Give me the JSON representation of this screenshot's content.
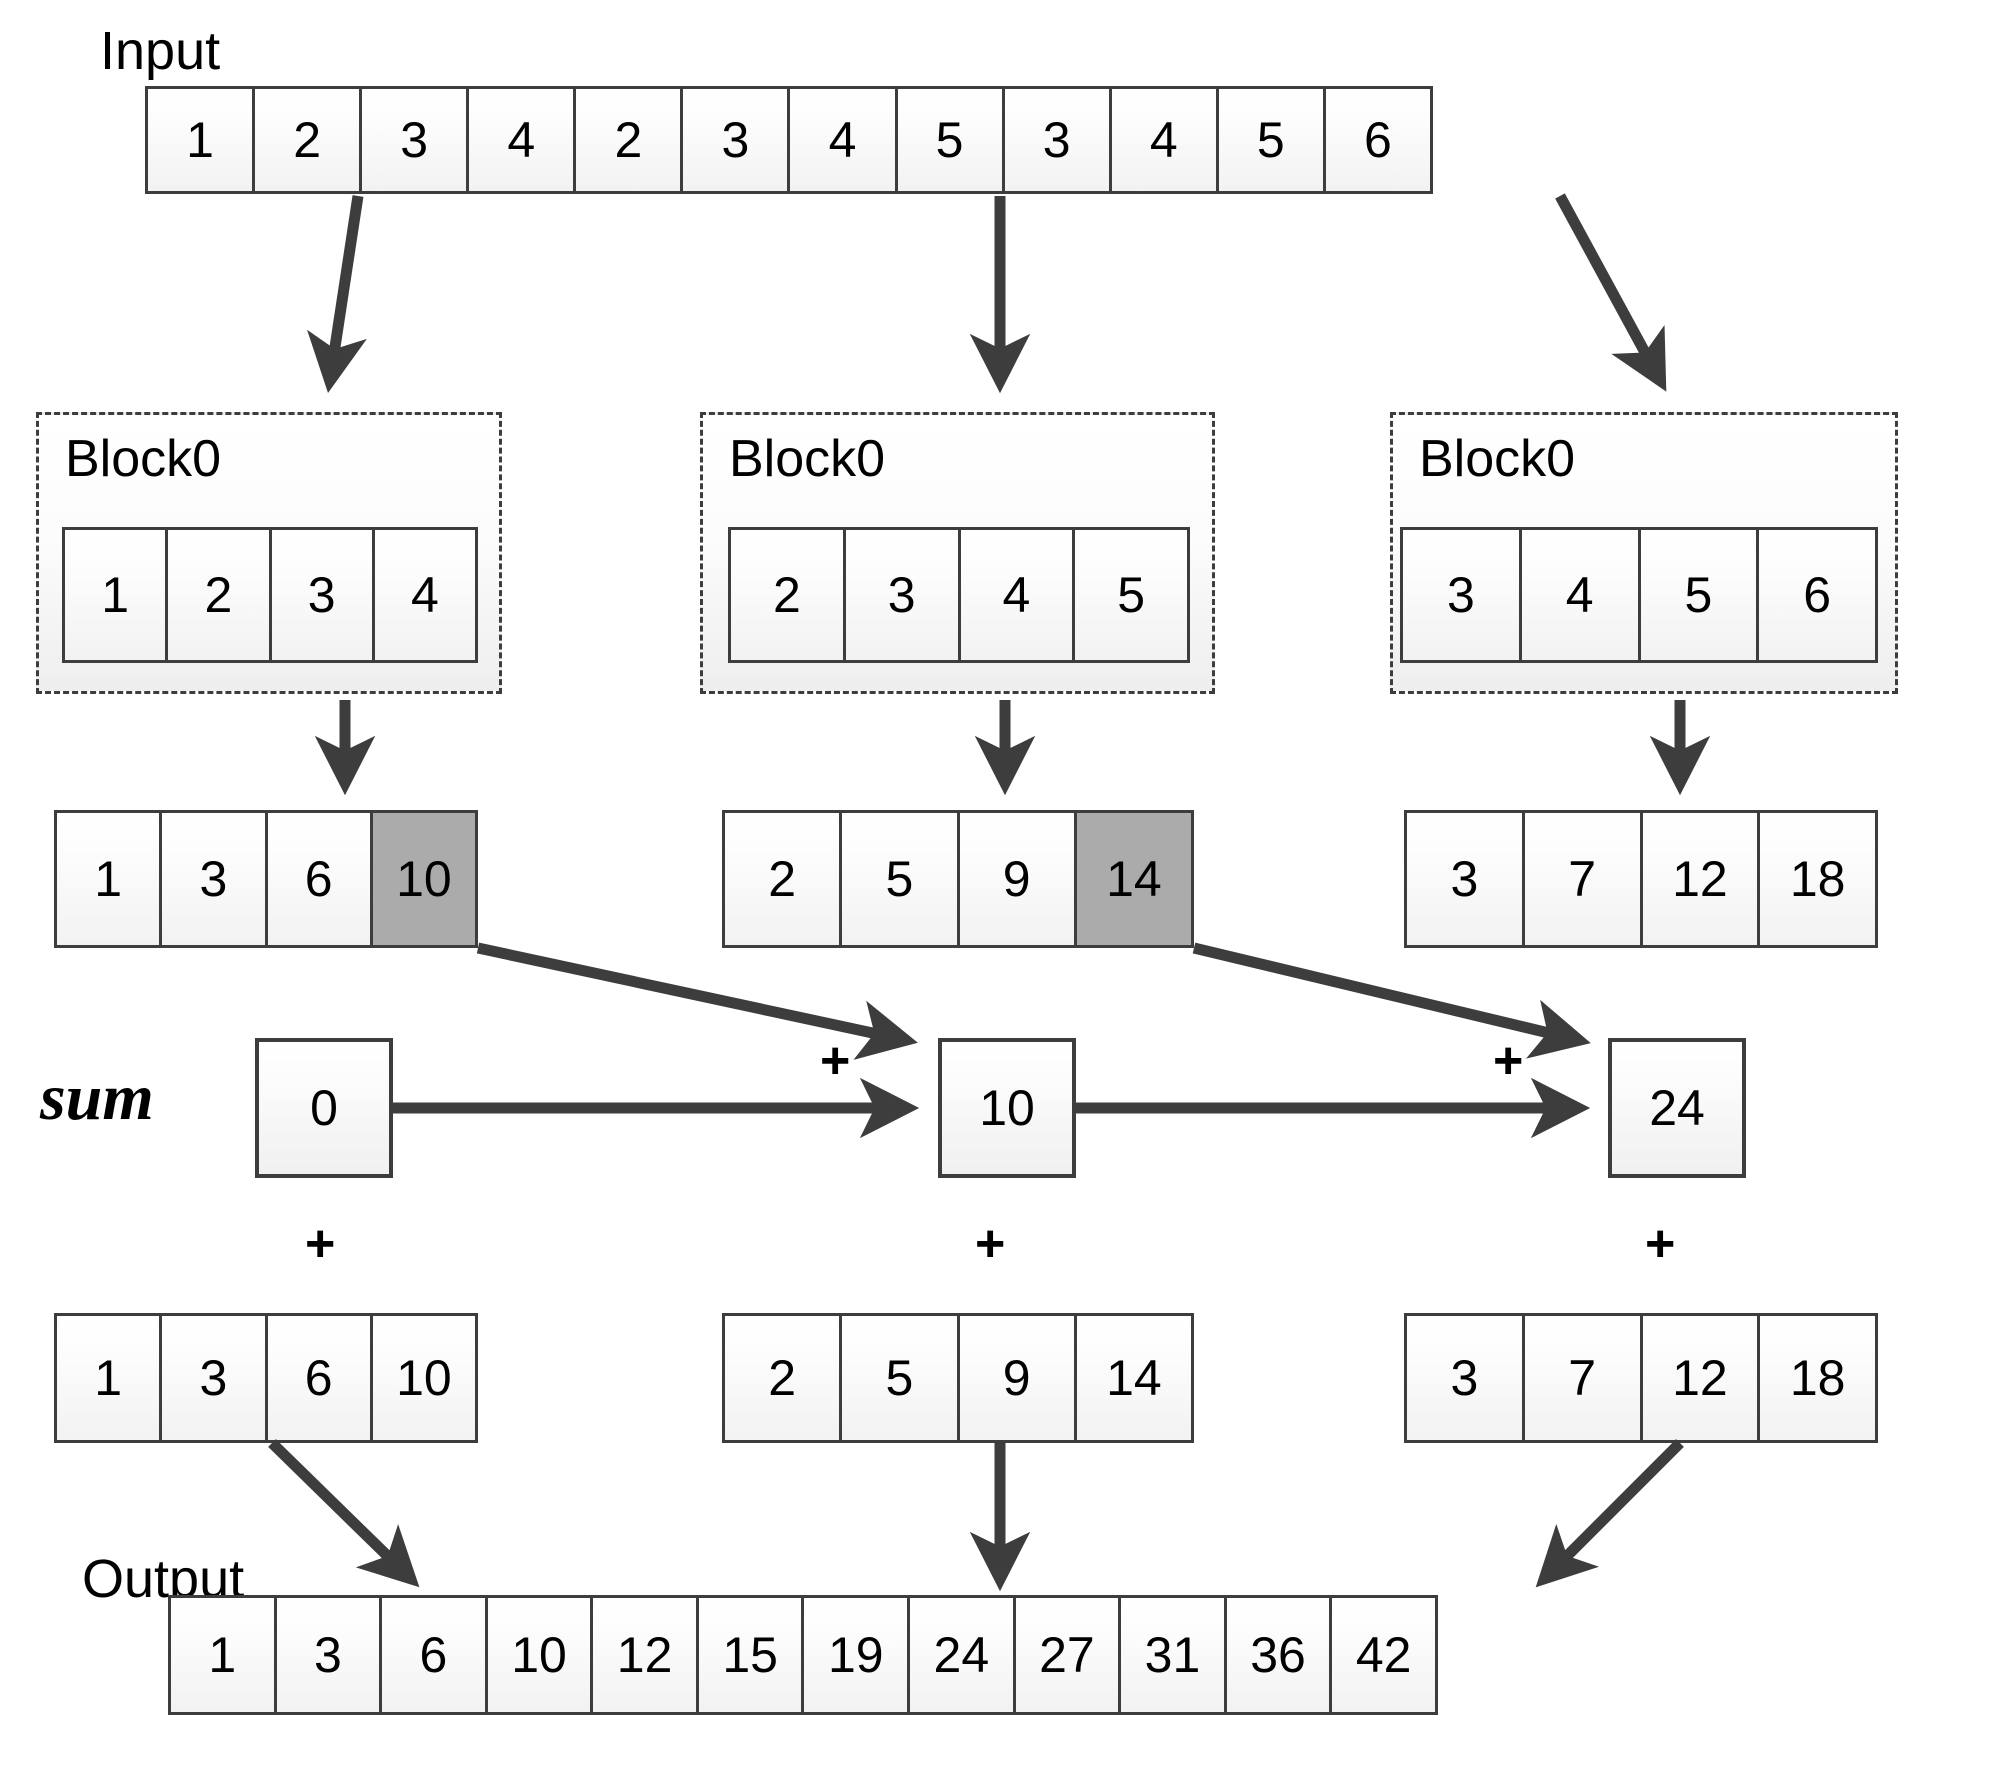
{
  "labels": {
    "input": "Input",
    "output": "Output",
    "sum": "sum",
    "plus": "+"
  },
  "input_array": {
    "name": "input-array",
    "values": [
      "1",
      "2",
      "3",
      "4",
      "2",
      "3",
      "4",
      "5",
      "3",
      "4",
      "5",
      "6"
    ]
  },
  "blocks": [
    {
      "title": "Block0",
      "values": [
        "1",
        "2",
        "3",
        "4"
      ]
    },
    {
      "title": "Block0",
      "values": [
        "2",
        "3",
        "4",
        "5"
      ]
    },
    {
      "title": "Block0",
      "values": [
        "3",
        "4",
        "5",
        "6"
      ]
    }
  ],
  "block_scans": [
    {
      "values": [
        "1",
        "3",
        "6",
        "10"
      ],
      "highlight_index": 3
    },
    {
      "values": [
        "2",
        "5",
        "9",
        "14"
      ],
      "highlight_index": 3
    },
    {
      "values": [
        "3",
        "7",
        "12",
        "18"
      ],
      "highlight_index": -1
    }
  ],
  "sums": [
    {
      "value": "0"
    },
    {
      "value": "10"
    },
    {
      "value": "24"
    }
  ],
  "sum_plus_labels": [
    "+",
    "+"
  ],
  "add_plus_labels": [
    "+",
    "+",
    "+"
  ],
  "final_scans": [
    {
      "values": [
        "1",
        "3",
        "6",
        "10"
      ]
    },
    {
      "values": [
        "2",
        "5",
        "9",
        "14"
      ]
    },
    {
      "values": [
        "3",
        "7",
        "12",
        "18"
      ]
    }
  ],
  "output_array": {
    "name": "output-array",
    "values": [
      "1",
      "3",
      "6",
      "10",
      "12",
      "15",
      "19",
      "24",
      "27",
      "31",
      "36",
      "42"
    ]
  },
  "colors": {
    "stroke": "#3d3d3d",
    "highlight": "#ababab",
    "cell_top": "#ffffff",
    "cell_bottom": "#f0f0f0",
    "text": "#000000"
  }
}
